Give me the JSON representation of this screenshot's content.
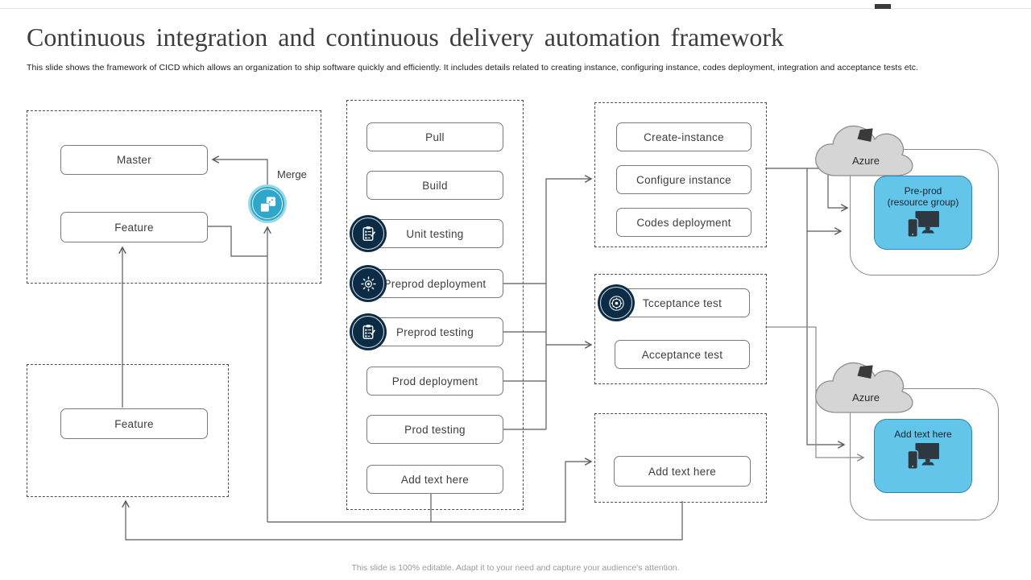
{
  "title": "Continuous integration and continuous delivery automation framework",
  "subtitle": "This slide shows the framework of CICD which allows an organization to ship software quickly and efficiently. It includes details related to creating instance, configuring instance, codes deployment, integration and acceptance tests etc.",
  "footer": "This slide is 100% editable. Adapt it to your need and capture your audience's attention.",
  "colors": {
    "accent_teal": "#2FA7CA",
    "icon_navy": "#0C2B45",
    "resource_blue": "#63C5EA",
    "cloud_gray": "#D5D5D5",
    "connector_gray": "#5A5A5A"
  },
  "branching": {
    "master_label": "Master",
    "feature_top_label": "Feature",
    "feature_bottom_label": "Feature",
    "merge_label": "Merge"
  },
  "pipeline": {
    "items": [
      {
        "label": "Pull",
        "icon": "none"
      },
      {
        "label": "Build",
        "icon": "none"
      },
      {
        "label": "Unit testing",
        "icon": "clipboard-checklist-icon"
      },
      {
        "label": "Preprod deployment",
        "icon": "gear-burst-icon"
      },
      {
        "label": "Preprod testing",
        "icon": "clipboard-checklist-icon"
      },
      {
        "label": "Prod deployment",
        "icon": "none"
      },
      {
        "label": "Prod testing",
        "icon": "none"
      },
      {
        "label": "Add text here",
        "icon": "none"
      }
    ]
  },
  "instance_group": {
    "items": [
      {
        "label": "Create-instance"
      },
      {
        "label": "Configure instance"
      },
      {
        "label": "Codes deployment"
      }
    ]
  },
  "acceptance_group": {
    "items": [
      {
        "label": "Tcceptance test",
        "icon": "gear-target-icon"
      },
      {
        "label": "Acceptance test",
        "icon": "none"
      }
    ]
  },
  "placeholder_group": {
    "label": "Add text here"
  },
  "azure_top": {
    "cloud_label": "Azure",
    "box_line1": "Pre-prod",
    "box_line2": "(resource group)"
  },
  "azure_bottom": {
    "cloud_label": "Azure",
    "box_line1": "Add text here",
    "box_line2": ""
  }
}
